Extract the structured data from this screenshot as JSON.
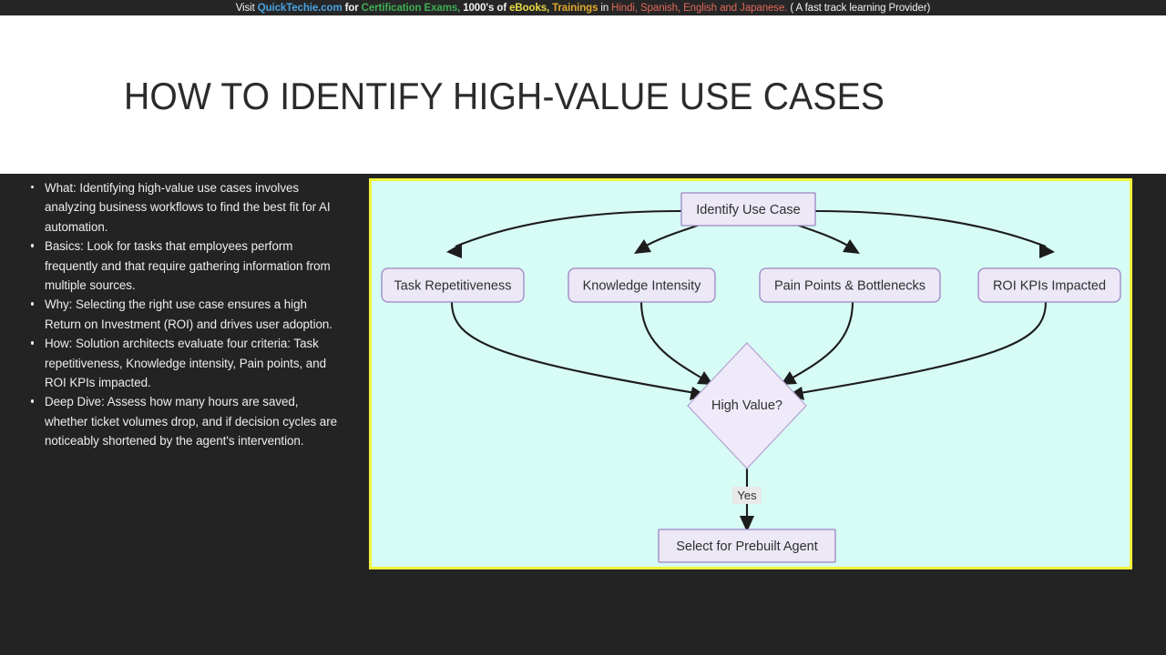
{
  "banner": {
    "segments": [
      {
        "text": "Visit",
        "style": "plain"
      },
      {
        "text": "QuickTechie.com",
        "style": "link"
      },
      {
        "text": "for",
        "style": "bold"
      },
      {
        "text": "Certification Exams,",
        "style": "green"
      },
      {
        "text": "1000's of",
        "style": "bold"
      },
      {
        "text": "eBooks,",
        "style": "yellow"
      },
      {
        "text": "Trainings",
        "style": "orange"
      },
      {
        "text": "in",
        "style": "plain"
      },
      {
        "text": "Hindi, Spanish, English and Japanese.",
        "style": "red"
      },
      {
        "text": "( A fast track learning Provider)",
        "style": "plain"
      }
    ]
  },
  "slide": {
    "title": "HOW TO IDENTIFY HIGH-VALUE USE CASES",
    "bullets": [
      "What: Identifying high-value use cases involves analyzing business workflows to find the best fit for AI automation.",
      "Basics: Look for tasks that employees perform frequently and that require gathering information from multiple sources.",
      "Why: Selecting the right use case ensures a high Return on Investment (ROI) and drives user adoption.",
      "How: Solution architects evaluate four criteria: Task repetitiveness, Knowledge intensity, Pain points, and ROI KPIs impacted.",
      "Deep Dive: Assess how many hours are saved, whether ticket volumes drop, and if decision cycles are noticeably shortened by the agent's intervention."
    ]
  },
  "diagram": {
    "panel_border_color": "#f2f33d",
    "panel_background_color": "#d7fbf5",
    "node_fill_color": "#ece8f6",
    "node_border_color": "#9a86c4",
    "nodes": {
      "start": "Identify Use Case",
      "criteria": [
        "Task Repetitiveness",
        "Knowledge Intensity",
        "Pain Points & Bottlenecks",
        "ROI KPIs Impacted"
      ],
      "decision": "High Value?",
      "outcome": "Select for Prebuilt Agent"
    },
    "edge_labels": {
      "yes": "Yes"
    }
  }
}
